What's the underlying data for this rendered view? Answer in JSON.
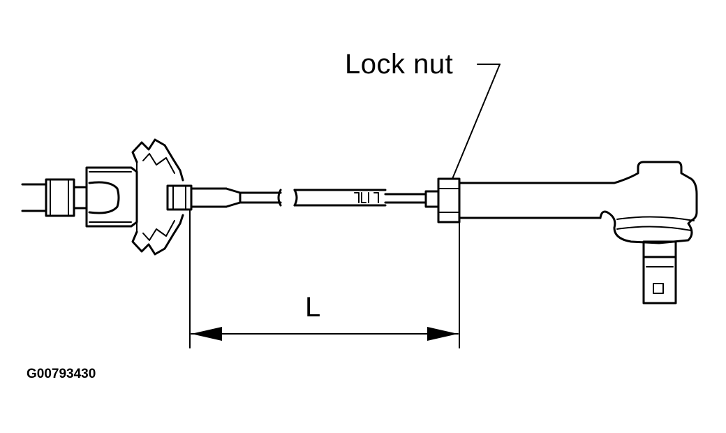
{
  "labels": {
    "callout": "Lock nut",
    "dimension": "L",
    "figure_id": "G00793430"
  },
  "colors": {
    "ink": "#000000",
    "background": "#ffffff"
  }
}
